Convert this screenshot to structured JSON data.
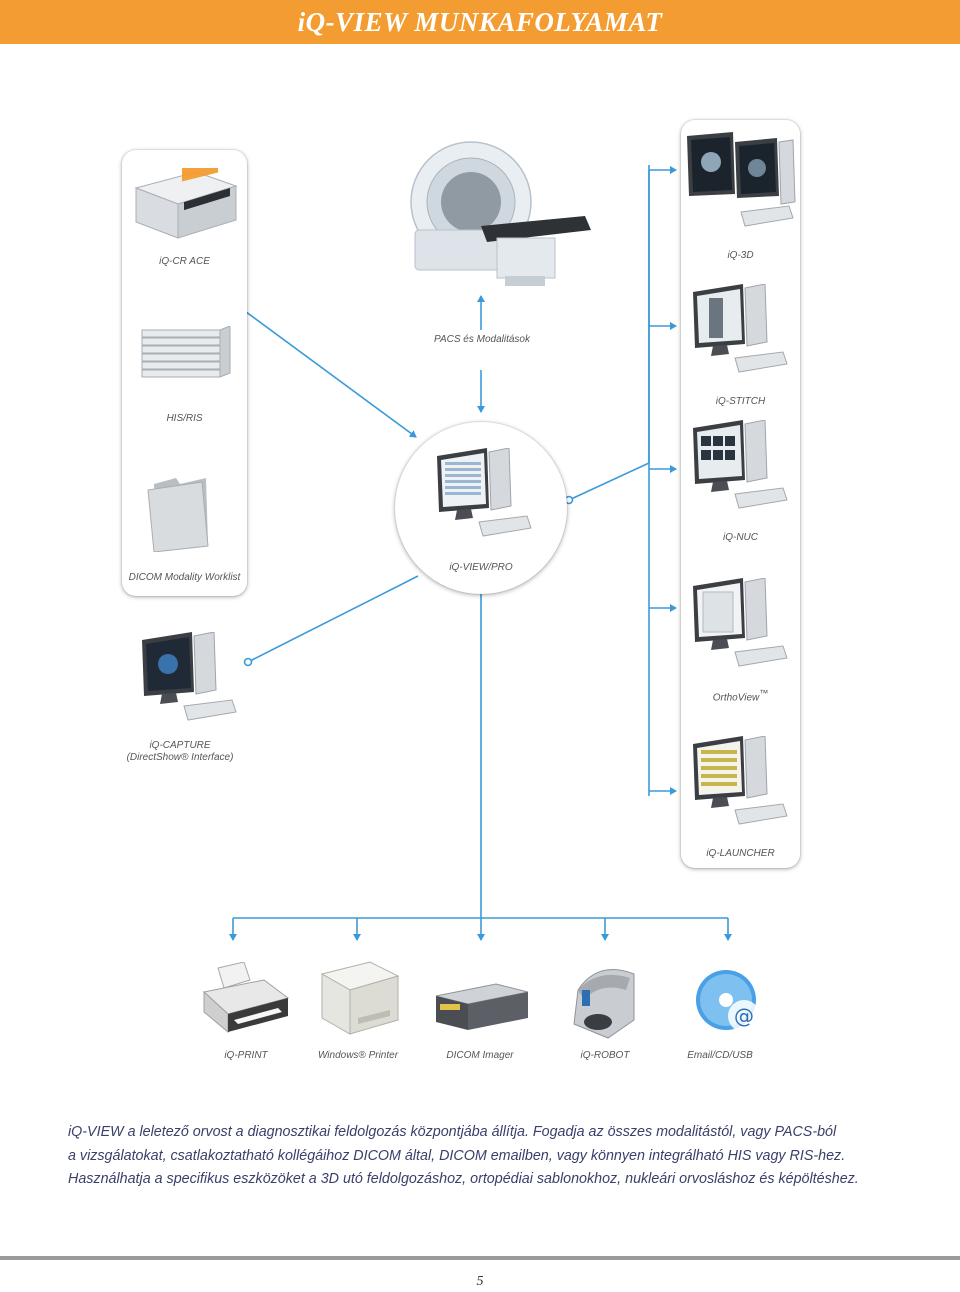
{
  "header": {
    "title": "iQ-VIEW MUNKAFOLYAMAT"
  },
  "center": {
    "label": "iQ-VIEW/PRO",
    "top_label": "PACS és Modalitások"
  },
  "left_card": {
    "items": [
      {
        "label": "iQ-CR ACE",
        "icon": "cr-reader-icon"
      },
      {
        "label": "HIS/RIS",
        "icon": "server-rack-icon"
      },
      {
        "label": "DICOM Modality Worklist",
        "icon": "folder-icon"
      }
    ]
  },
  "capture": {
    "label_line1": "iQ-CAPTURE",
    "label_line2": "(DirectShow® Interface)",
    "icon": "workstation-icon"
  },
  "right_card": {
    "items": [
      {
        "label": "iQ-3D",
        "icon": "dual-monitor-workstation-icon"
      },
      {
        "label": "iQ-STITCH",
        "icon": "workstation-icon"
      },
      {
        "label": "iQ-NUC",
        "icon": "workstation-icon"
      },
      {
        "label": "OrthoView",
        "sup": "™",
        "icon": "workstation-icon"
      },
      {
        "label": "iQ-LAUNCHER",
        "icon": "workstation-icon"
      }
    ]
  },
  "outputs": [
    {
      "label": "iQ-PRINT",
      "icon": "printer-icon"
    },
    {
      "label": "Windows® Printer",
      "icon": "laser-printer-icon"
    },
    {
      "label": "DICOM Imager",
      "icon": "film-imager-icon"
    },
    {
      "label": "iQ-ROBOT",
      "icon": "disc-robot-icon"
    },
    {
      "label": "Email/CD/USB",
      "icon": "cd-email-icon"
    }
  ],
  "body": {
    "line1": "iQ-VIEW  a leletező orvost a diagnosztikai feldolgozás központjába állítja.  Fogadja az összes modalitástól, vagy PACS-ból",
    "line2": "a vizsgálatokat, csatlakoztatható kollégáihoz DICOM által, DICOM emailben, vagy könnyen integrálható HIS vagy RIS-hez.",
    "line3": "Használhatja a specifikus eszközöket a 3D utó feldolgozáshoz, ortopédiai sablonokhoz, nukleári orvosláshoz és képöltéshez."
  },
  "footer": {
    "page_number": "5"
  },
  "colors": {
    "accent": "#f39c32",
    "connector": "#3a9ad9",
    "text": "#3a3f6a"
  }
}
